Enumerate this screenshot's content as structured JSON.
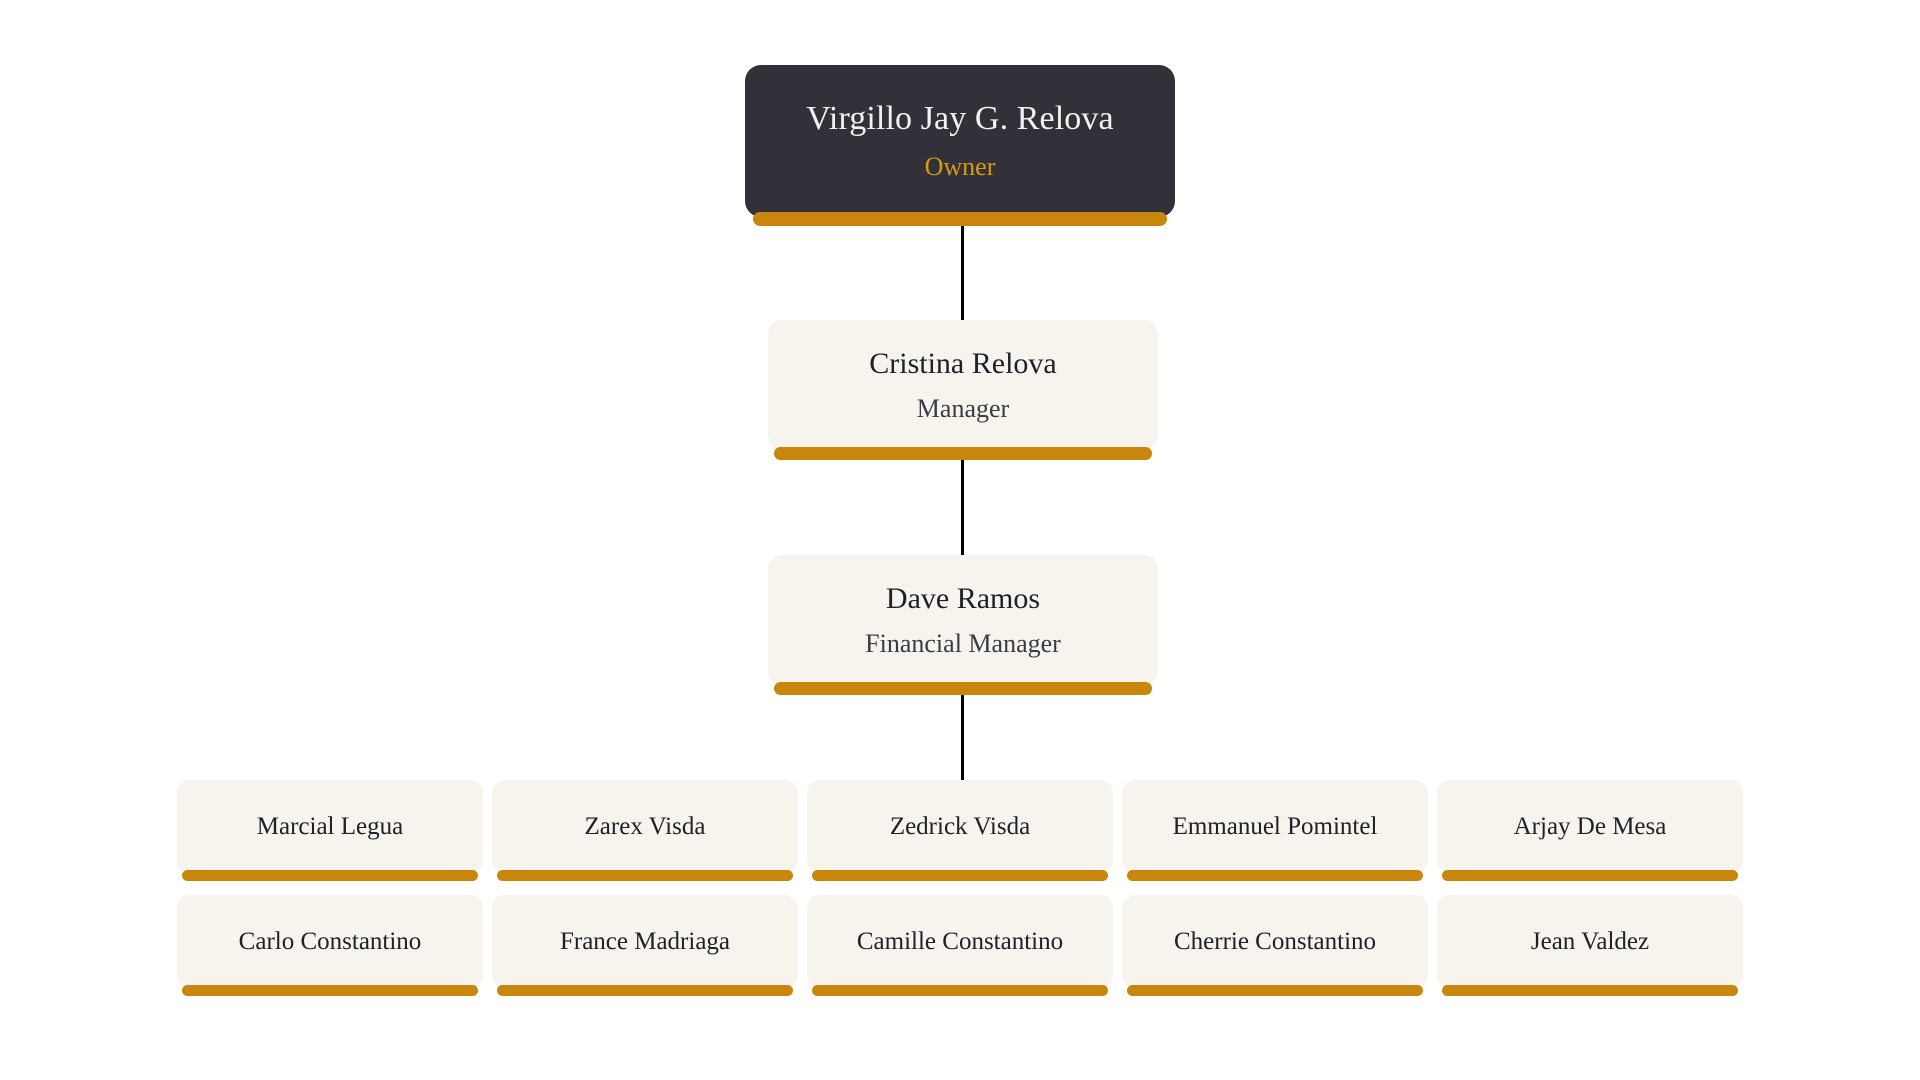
{
  "chart": {
    "type": "org-chart",
    "background_color": "#ffffff",
    "accent_color": "#C8860D",
    "root_card_color": "#32313A",
    "card_color": "#F7F4ED",
    "root_title_color": "#D99A10",
    "connector_color": "#000000",
    "levels": [
      {
        "level": 1,
        "nodes": [
          {
            "name": "Virgillo Jay G. Relova",
            "title": "Owner"
          }
        ]
      },
      {
        "level": 2,
        "nodes": [
          {
            "name": "Cristina Relova",
            "title": "Manager"
          }
        ]
      },
      {
        "level": 3,
        "nodes": [
          {
            "name": "Dave Ramos",
            "title": "Financial Manager"
          }
        ]
      },
      {
        "level": 4,
        "nodes": [
          {
            "name": "Marcial Legua",
            "title": ""
          },
          {
            "name": "Zarex Visda",
            "title": ""
          },
          {
            "name": "Zedrick Visda",
            "title": ""
          },
          {
            "name": "Emmanuel Pomintel",
            "title": ""
          },
          {
            "name": "Arjay De Mesa",
            "title": ""
          }
        ]
      },
      {
        "level": 5,
        "nodes": [
          {
            "name": "Carlo Constantino",
            "title": ""
          },
          {
            "name": "France Madriaga",
            "title": ""
          },
          {
            "name": "Camille Constantino",
            "title": ""
          },
          {
            "name": "Cherrie Constantino",
            "title": ""
          },
          {
            "name": "Jean Valdez",
            "title": ""
          }
        ]
      }
    ]
  },
  "root": {
    "name": "Virgillo Jay G. Relova",
    "title": "Owner"
  },
  "manager": {
    "name": "Cristina Relova",
    "title": "Manager"
  },
  "financial_manager": {
    "name": "Dave Ramos",
    "title": "Financial Manager"
  },
  "staff_row_1": [
    {
      "name": "Marcial Legua"
    },
    {
      "name": "Zarex Visda"
    },
    {
      "name": "Zedrick Visda"
    },
    {
      "name": "Emmanuel Pomintel"
    },
    {
      "name": "Arjay De Mesa"
    }
  ],
  "staff_row_2": [
    {
      "name": "Carlo Constantino"
    },
    {
      "name": "France Madriaga"
    },
    {
      "name": "Camille Constantino"
    },
    {
      "name": "Cherrie Constantino"
    },
    {
      "name": "Jean Valdez"
    }
  ]
}
